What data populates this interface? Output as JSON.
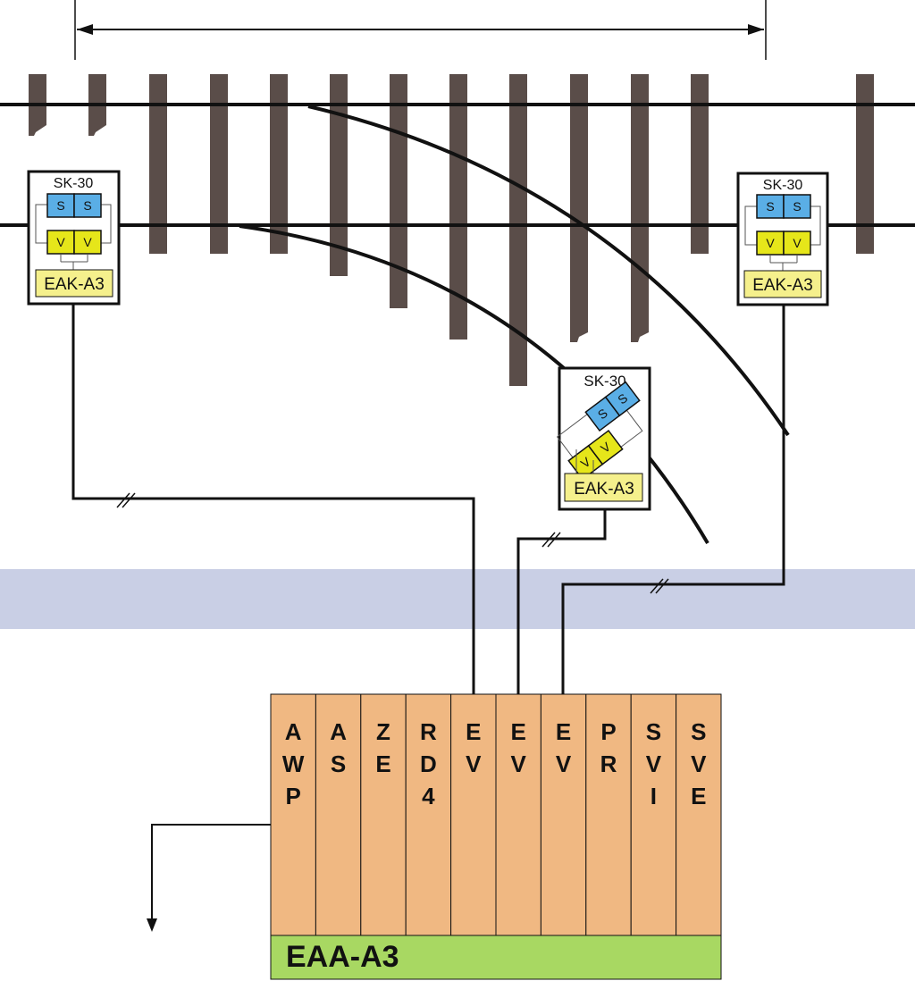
{
  "colors": {
    "sleeper": "#5a4d49",
    "rail": "#111111",
    "band": "#c9cfe5",
    "sensor_blue": "#5aaee6",
    "sensor_yellow": "#e6e61a",
    "eak_fill": "#f5f08c",
    "rack_slot": "#f0b882",
    "rack_footer": "#a8d862",
    "box_border": "#111111"
  },
  "track_units": [
    {
      "id": "left",
      "sensor_label": "SK-30",
      "upper_chips": [
        "S",
        "S"
      ],
      "lower_chips": [
        "V",
        "V"
      ],
      "eak_label": "EAK-A3"
    },
    {
      "id": "middle",
      "sensor_label": "SK-30",
      "upper_chips": [
        "S",
        "S"
      ],
      "lower_chips": [
        "V",
        "V"
      ],
      "eak_label": "EAK-A3"
    },
    {
      "id": "right",
      "sensor_label": "SK-30",
      "upper_chips": [
        "S",
        "S"
      ],
      "lower_chips": [
        "V",
        "V"
      ],
      "eak_label": "EAK-A3"
    }
  ],
  "rack": {
    "footer_label": "EAA-A3",
    "slots": [
      {
        "letters": [
          "A",
          "W",
          "P"
        ]
      },
      {
        "letters": [
          "A",
          "S"
        ]
      },
      {
        "letters": [
          "Z",
          "E"
        ]
      },
      {
        "letters": [
          "R",
          "D",
          "4"
        ]
      },
      {
        "letters": [
          "E",
          "V"
        ]
      },
      {
        "letters": [
          "E",
          "V"
        ]
      },
      {
        "letters": [
          "E",
          "V"
        ]
      },
      {
        "letters": [
          "P",
          "R"
        ]
      },
      {
        "letters": [
          "S",
          "V",
          "I"
        ]
      },
      {
        "letters": [
          "S",
          "V",
          "E"
        ]
      }
    ]
  }
}
